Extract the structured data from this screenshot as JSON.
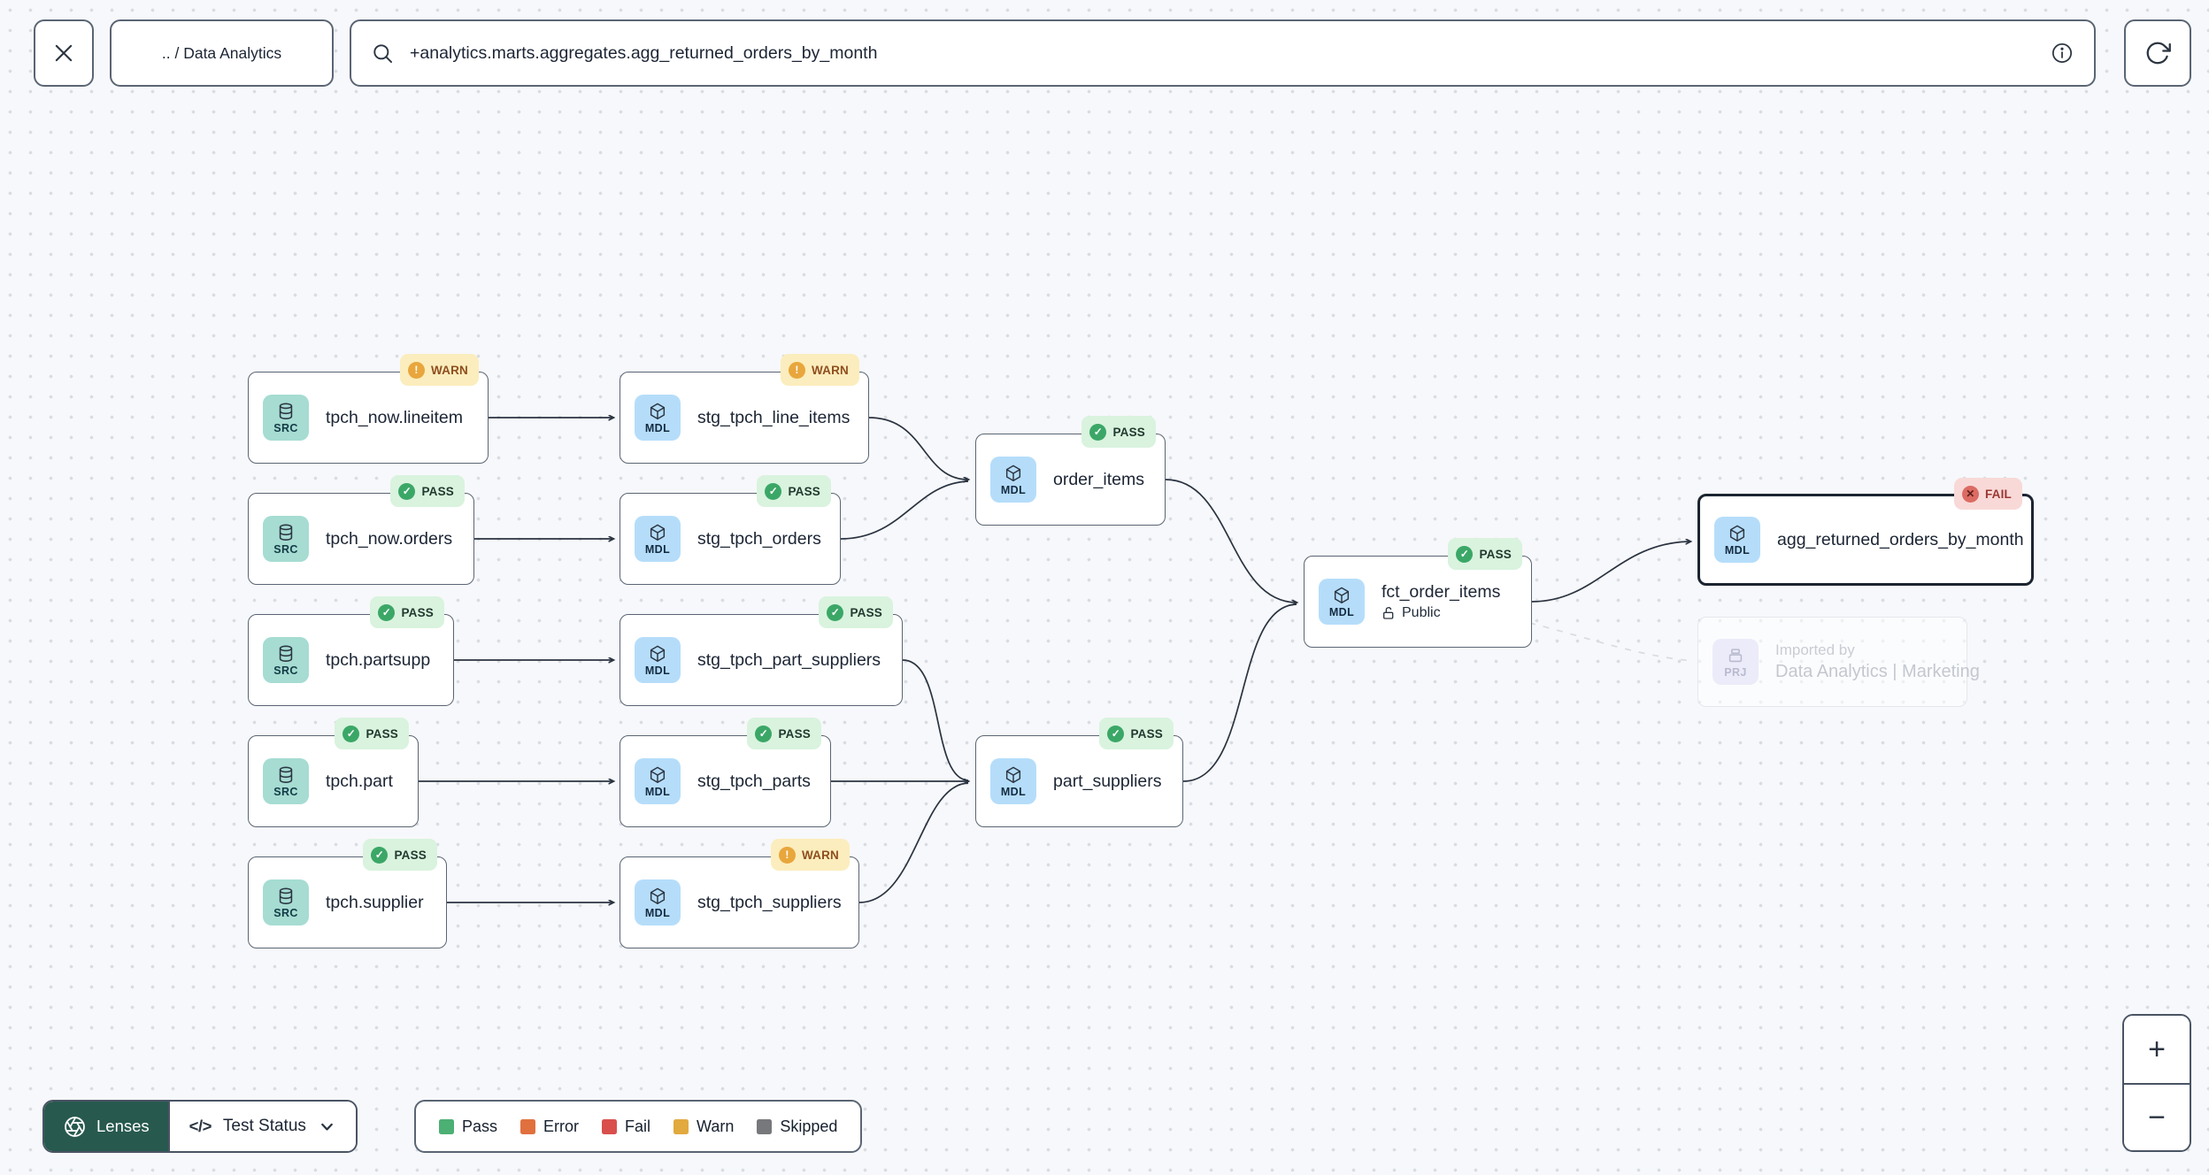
{
  "toolbar": {
    "breadcrumb": ".. / Data Analytics",
    "search_value": "+analytics.marts.aggregates.agg_returned_orders_by_month"
  },
  "graph": {
    "nodes": [
      {
        "label": "tpch_now.lineitem",
        "type": "SRC",
        "badge": "WARN"
      },
      {
        "label": "stg_tpch_line_items",
        "type": "MDL",
        "badge": "WARN"
      },
      {
        "label": "tpch_now.orders",
        "type": "SRC",
        "badge": "PASS"
      },
      {
        "label": "stg_tpch_orders",
        "type": "MDL",
        "badge": "PASS"
      },
      {
        "label": "tpch.partsupp",
        "type": "SRC",
        "badge": "PASS"
      },
      {
        "label": "stg_tpch_part_suppliers",
        "type": "MDL",
        "badge": "PASS"
      },
      {
        "label": "tpch.part",
        "type": "SRC",
        "badge": "PASS"
      },
      {
        "label": "stg_tpch_parts",
        "type": "MDL",
        "badge": "PASS"
      },
      {
        "label": "tpch.supplier",
        "type": "SRC",
        "badge": "PASS"
      },
      {
        "label": "stg_tpch_suppliers",
        "type": "MDL",
        "badge": "WARN"
      },
      {
        "label": "order_items",
        "type": "MDL",
        "badge": "PASS"
      },
      {
        "label": "part_suppliers",
        "type": "MDL",
        "badge": "PASS"
      },
      {
        "label": "fct_order_items",
        "type": "MDL",
        "badge": "PASS",
        "access": "Public"
      },
      {
        "label": "agg_returned_orders_by_month",
        "type": "MDL",
        "badge": "FAIL"
      },
      {
        "title": "Imported by",
        "label": "Data Analytics | Marketing",
        "type": "PRJ"
      }
    ]
  },
  "status_glyphs": {
    "pass": "✓",
    "warn": "!",
    "fail": "✕"
  },
  "status_colors": {
    "pass": "#3BA767",
    "warn": "#E8A63C",
    "fail": "#DC6B63"
  },
  "lenses": {
    "button_label": "Lenses",
    "code_icon_glyph": "</>",
    "lens_selector_label": "Test Status"
  },
  "legend": {
    "items": [
      {
        "label": "Pass",
        "color": "#4CAF73"
      },
      {
        "label": "Error",
        "color": "#E1703F"
      },
      {
        "label": "Fail",
        "color": "#D94F4C"
      },
      {
        "label": "Warn",
        "color": "#E2A93E"
      },
      {
        "label": "Skipped",
        "color": "#77787B"
      }
    ]
  },
  "zoom_controls": {
    "zoom_in": "+",
    "zoom_out": "−"
  }
}
